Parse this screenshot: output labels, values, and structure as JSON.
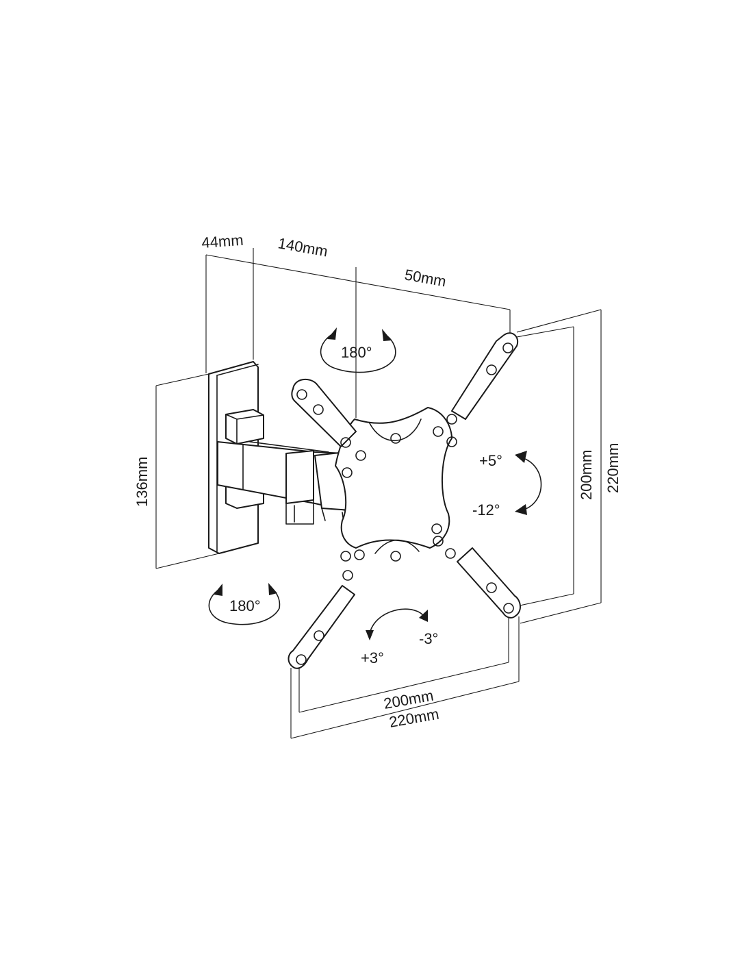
{
  "dimensions": {
    "wall_plate_depth": "44mm",
    "arm_length": "140mm",
    "arm_offset": "50mm",
    "wall_plate_height": "136mm",
    "vesa_vertical_inner": "200mm",
    "vesa_vertical_outer": "220mm",
    "vesa_horizontal_inner": "200mm",
    "vesa_horizontal_outer": "220mm"
  },
  "rotations": {
    "arm_swivel": "180°",
    "wall_swivel": "180°",
    "tilt_up": "+5°",
    "tilt_down": "-12°",
    "level_plus": "+3°",
    "level_minus": "-3°"
  }
}
